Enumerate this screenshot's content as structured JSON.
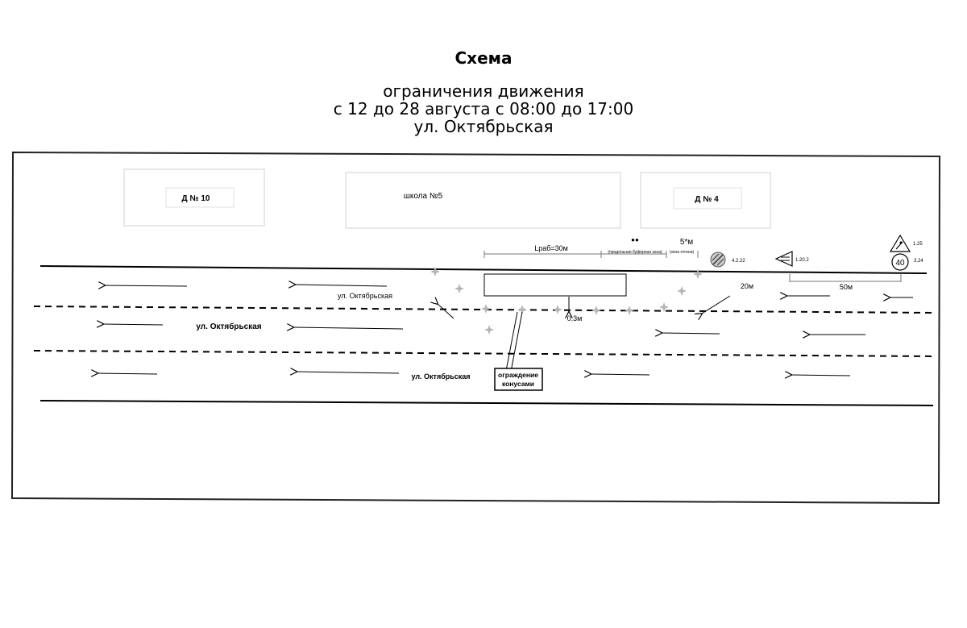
{
  "header": {
    "heading": "Схема",
    "line1": "ограничения движения",
    "line2": "с 12 до 28 августа с 08:00 до 17:00",
    "line3": "ул. Октябрьская"
  },
  "buildings": [
    {
      "label": "Д № 10"
    },
    {
      "label": "школа №5"
    },
    {
      "label": "Д № 4"
    }
  ],
  "street_labels": [
    "ул. Октябрьская",
    "ул. Октябрьская",
    "ул. Октябрьская"
  ],
  "dimensions": {
    "work_length": "Lраб=30м",
    "buffer_marker": "●●",
    "buffer_label": "(продольная буферная зона)",
    "taper_length": "5*м",
    "taper_label": "(зона отгона)",
    "offset": "0.3м",
    "dist_20": "20м",
    "dist_50": "50м"
  },
  "signs": [
    {
      "code": "4.2.22",
      "icon": "detour-sign-icon"
    },
    {
      "code": "1.20.2",
      "icon": "road-narrowing-sign-icon"
    },
    {
      "code": "1.25",
      "icon": "road-works-sign-icon"
    },
    {
      "code": "3.24",
      "icon": "speed-limit-sign-icon",
      "value": "40"
    }
  ],
  "callout": {
    "line1": "ограждение",
    "line2": "конусами"
  }
}
